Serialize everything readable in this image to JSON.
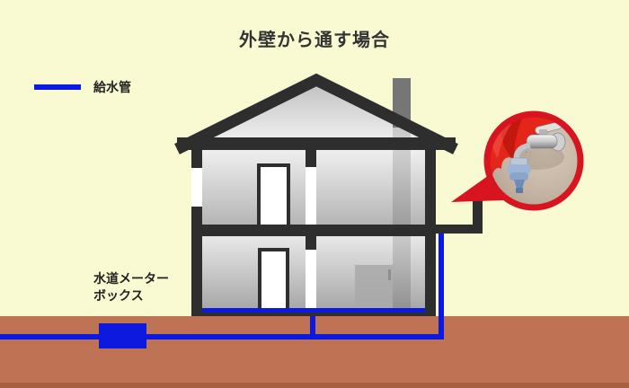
{
  "title": "外壁から通す場合",
  "legend": {
    "label": "給水管",
    "swatch_color": "#0c1ae0"
  },
  "labels": {
    "meter_box_line1": "水道メーター",
    "meter_box_line2": "ボックス"
  },
  "callout": {
    "photo_subject": "outdoor-faucet-with-hose-connector-on-exterior-wall"
  },
  "colors": {
    "background": "#fafad2",
    "pipe_blue": "#0c1ae0",
    "structure_dark": "#2e2e2e",
    "ground_brown": "#bf7355",
    "ground_dark_brown": "#a86140",
    "callout_red": "#d7141f",
    "chimney_gray": "#767676"
  }
}
